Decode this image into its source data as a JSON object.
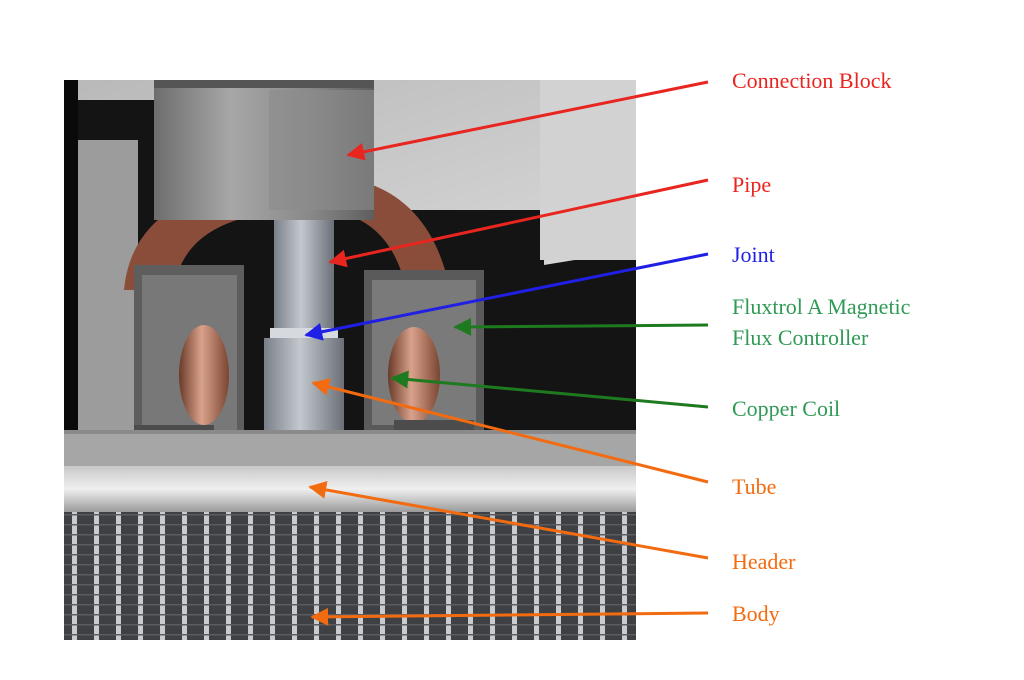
{
  "colors": {
    "red": "#e8251f",
    "blue": "#1f1fe6",
    "green": "#2f9a55",
    "orange": "#f26b10",
    "arrow_green": "#1e7a1e"
  },
  "labels": [
    {
      "id": "connection-block",
      "text": "Connection Block",
      "color": "red"
    },
    {
      "id": "pipe",
      "text": "Pipe",
      "color": "red"
    },
    {
      "id": "joint",
      "text": "Joint",
      "color": "blue"
    },
    {
      "id": "flux-controller-line1",
      "text": "Fluxtrol A Magnetic",
      "color": "green"
    },
    {
      "id": "flux-controller-line2",
      "text": "Flux Controller",
      "color": "green"
    },
    {
      "id": "copper-coil",
      "text": "Copper Coil",
      "color": "green"
    },
    {
      "id": "tube",
      "text": "Tube",
      "color": "orange"
    },
    {
      "id": "header",
      "text": "Header",
      "color": "orange"
    },
    {
      "id": "body",
      "text": "Body",
      "color": "orange"
    }
  ]
}
